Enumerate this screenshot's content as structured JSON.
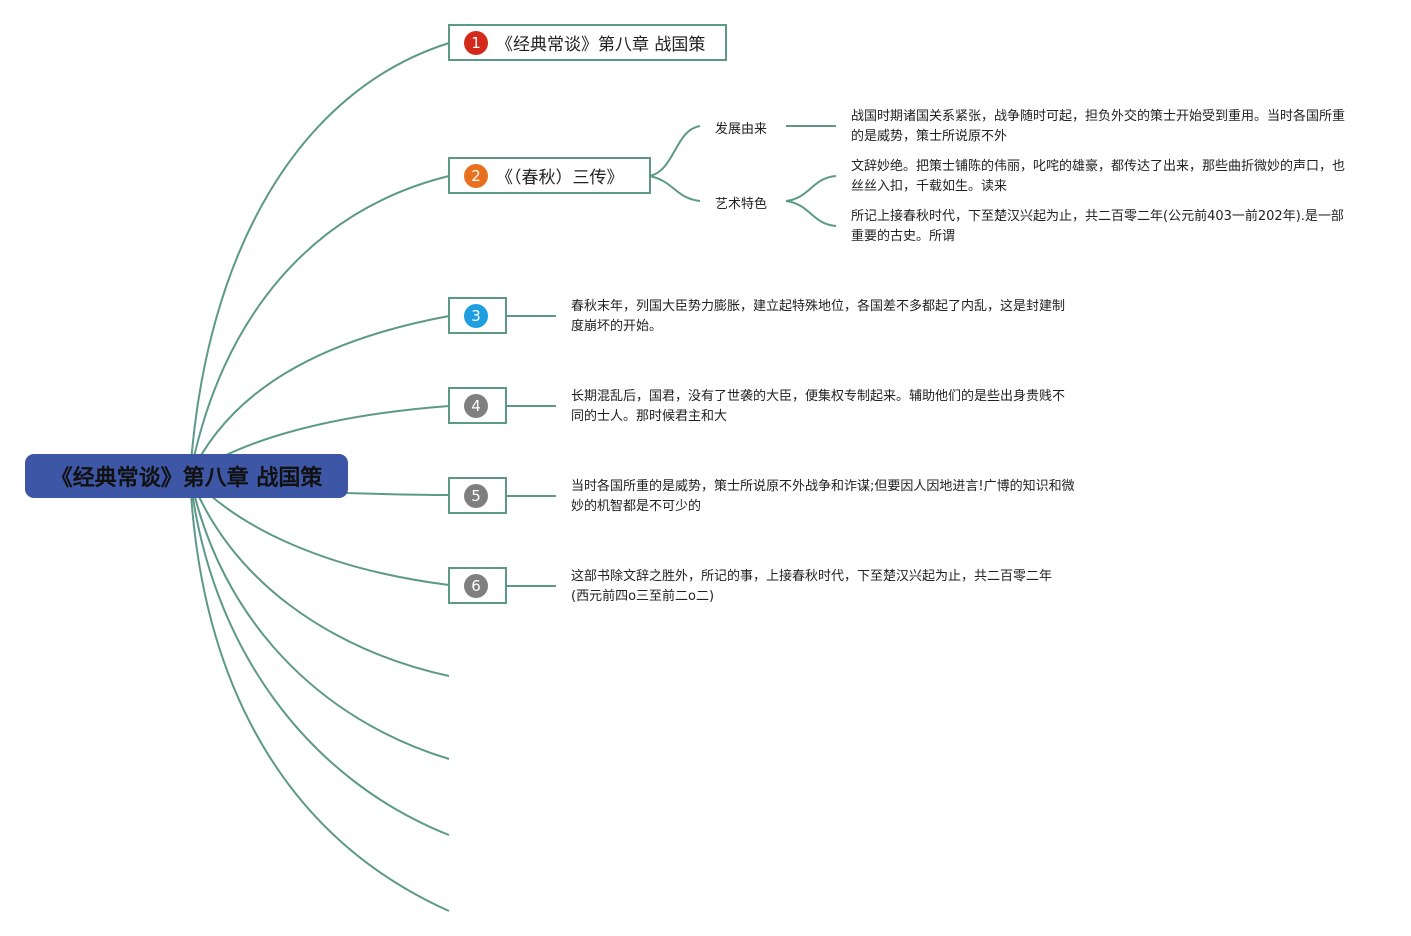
{
  "root": {
    "label": "《经典常谈》第八章 战国策"
  },
  "colors": {
    "link": "#5c9a87",
    "root_fill": "#3d56a6",
    "marker_red": "#d42a1c",
    "marker_orange": "#e8711f",
    "marker_blue": "#1f9ee0",
    "marker_gray": "#7f7f7f"
  },
  "topics": [
    {
      "marker": "1",
      "label": "《经典常谈》第八章 战国策"
    },
    {
      "marker": "2",
      "label": "《（春秋）三传》"
    },
    {
      "marker": "3",
      "label": ""
    },
    {
      "marker": "4",
      "label": ""
    },
    {
      "marker": "5",
      "label": ""
    },
    {
      "marker": "6",
      "label": ""
    }
  ],
  "subtopics": {
    "origin": "发展由来",
    "art": "艺术特色"
  },
  "notes": {
    "origin": "战国时期诸国关系紧张，战争随时可起，担负外交的策士开始受到重用。当时各国所重的是威势，策士所说原不外",
    "art_1": "文辞妙绝。把策士铺陈的伟丽，叱咤的雄豪，都传达了出来，那些曲折微妙的声口，也丝丝入扣，千载如生。读来",
    "art_2": "所记上接春秋时代，下至楚汉兴起为止，共二百零二年(公元前403一前202年).是一部重要的古史。所谓",
    "t3": "春秋末年，列国大臣势力膨胀，建立起特殊地位，各国差不多都起了内乱，这是封建制度崩坏的开始。",
    "t4": "长期混乱后，国君，没有了世袭的大臣，便集权专制起来。辅助他们的是些出身贵贱不同的士人。那时候君主和大",
    "t5": "当时各国所重的是威势，策士所说原不外战争和诈谋;但要因人因地进言!广博的知识和微妙的机智都是不可少的",
    "t6": "这部书除文辞之胜外，所记的事，上接春秋时代，下至楚汉兴起为止，共二百零二年(西元前四o三至前二o二)"
  }
}
